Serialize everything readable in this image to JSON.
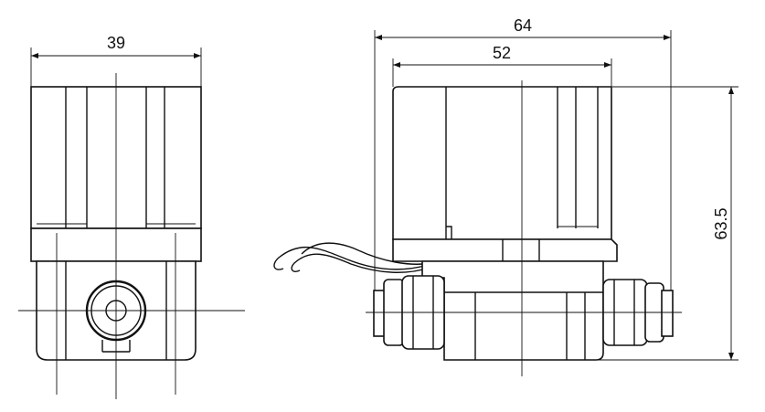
{
  "dimensions": {
    "front_width": "39",
    "side_overall_width": "64",
    "side_body_width": "52",
    "side_height": "63.5"
  },
  "colors": {
    "stroke": "#111111",
    "background": "#ffffff"
  }
}
